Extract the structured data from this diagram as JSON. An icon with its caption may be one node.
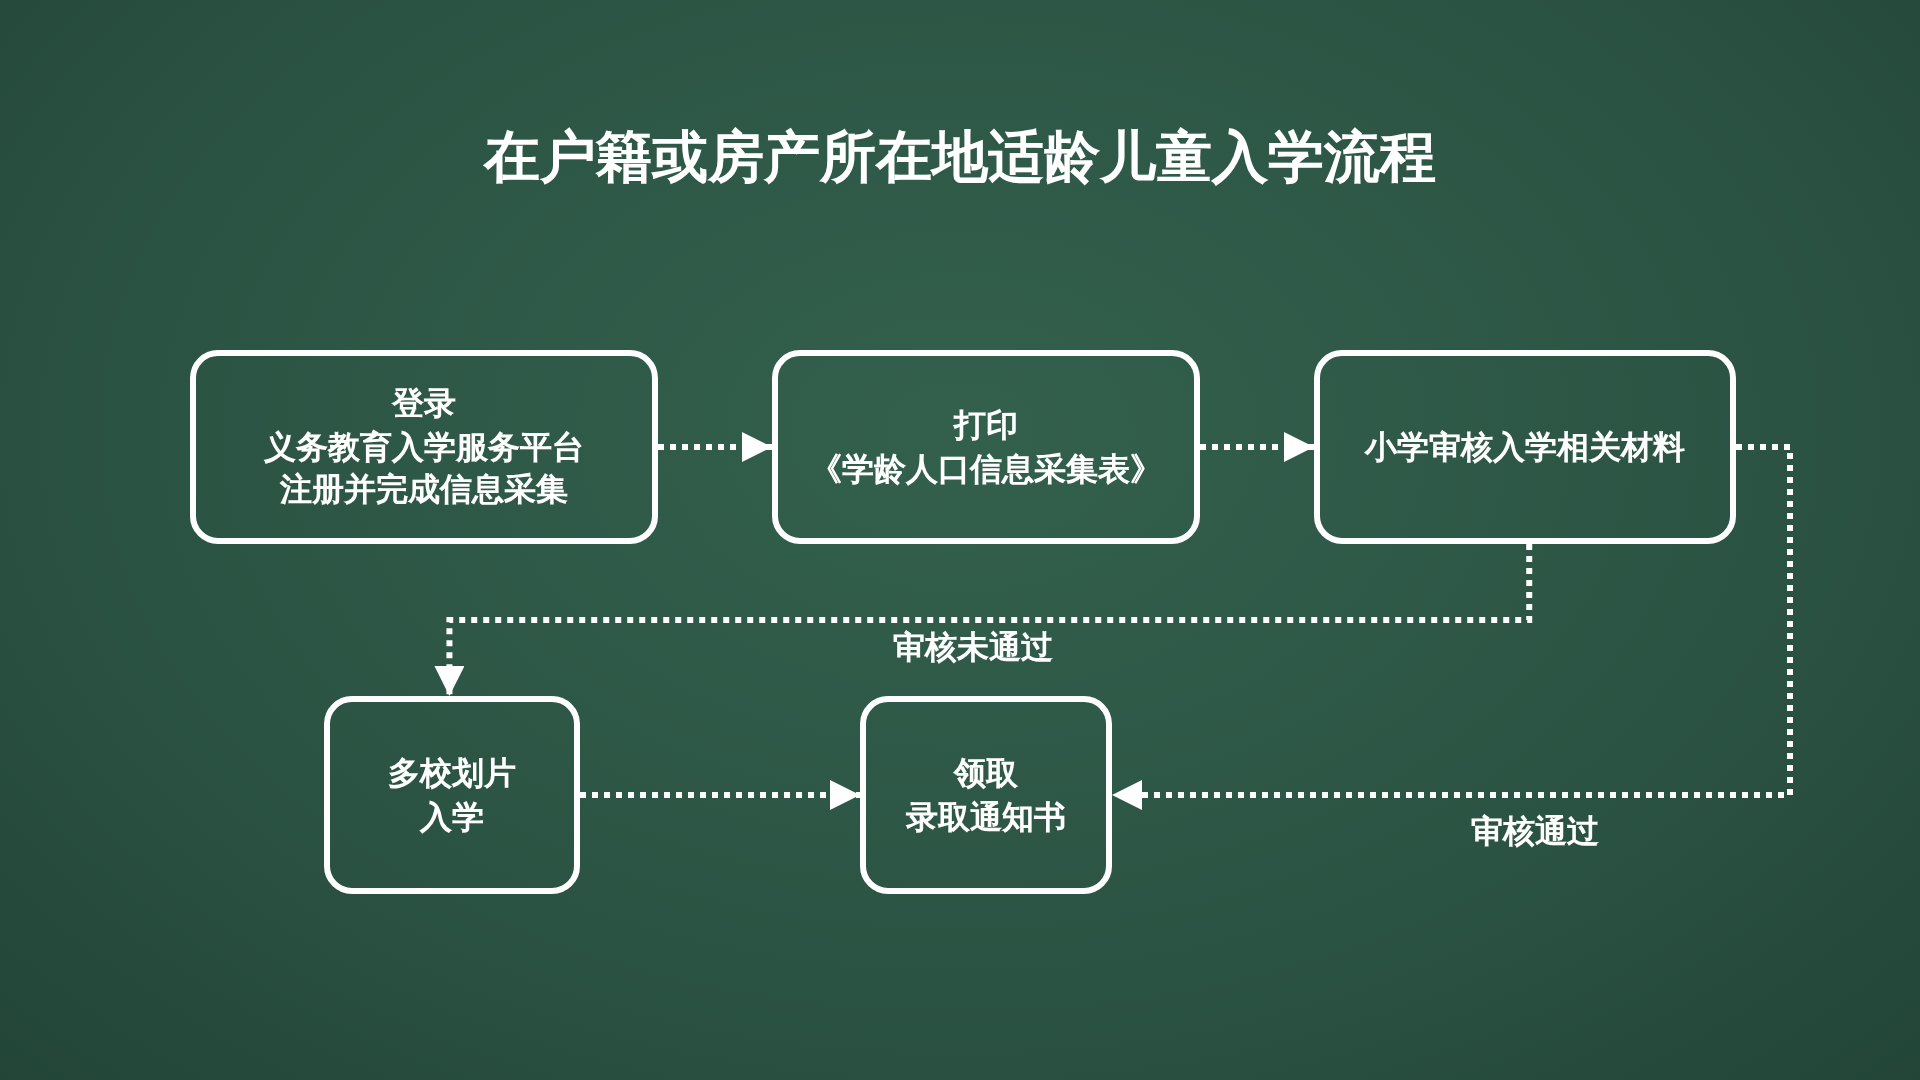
{
  "diagram": {
    "title": "在户籍或房产所在地适龄儿童入学流程",
    "nodes": [
      {
        "text": [
          "登录",
          "义务教育入学服务平台注册并完成信息采集"
        ]
      },
      {
        "text": [
          "打印",
          "《学龄人口信息采集表》"
        ]
      },
      {
        "text": [
          "小学审核入学相关材料"
        ]
      },
      {
        "text": [
          "多校划片入学"
        ]
      },
      {
        "text": [
          "领取",
          "录取通知书"
        ]
      }
    ],
    "edges": [
      {
        "from": 0,
        "to": 1,
        "arrow": "to"
      },
      {
        "from": 1,
        "to": 2,
        "arrow": "to"
      },
      {
        "from": 2,
        "to": 3,
        "arrow": "to",
        "label": "审核未通过"
      },
      {
        "from": 3,
        "to": 4,
        "arrow": "to"
      },
      {
        "from": 2,
        "to": 4,
        "arrow": "to",
        "label": "审核通过"
      }
    ]
  }
}
